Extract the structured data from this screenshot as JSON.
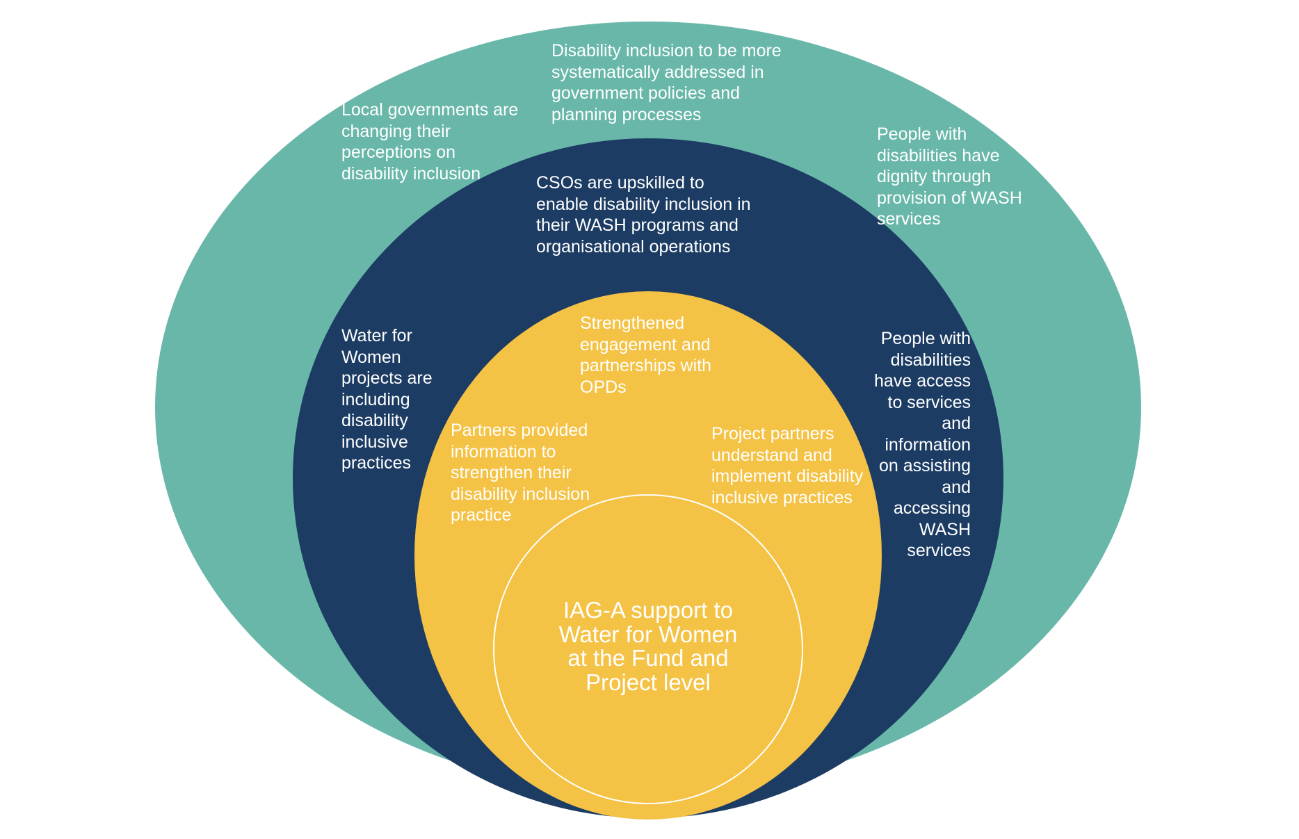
{
  "colors": {
    "outer_ring": "#68b7a9",
    "middle_ring": "#1c3c63",
    "inner_ring": "#f4c244",
    "core_outline": "#ffffff",
    "text": "#ffffff",
    "background": "#ffffff"
  },
  "outer": {
    "labels": [
      {
        "id": "outer-local-governments",
        "lines": [
          "Local governments are",
          "changing their",
          "perceptions on",
          "disability inclusion"
        ]
      },
      {
        "id": "outer-government-policies",
        "lines": [
          "Disability inclusion to be more",
          "systematically addressed in",
          "government policies and",
          "planning processes"
        ]
      },
      {
        "id": "outer-dignity",
        "lines": [
          "People with",
          "disabilities have",
          "dignity through",
          "provision of WASH",
          "services"
        ]
      }
    ]
  },
  "middle": {
    "labels": [
      {
        "id": "middle-csos",
        "lines": [
          "CSOs are upskilled to",
          "enable disability inclusion in",
          "their WASH programs and",
          "organisational operations"
        ]
      },
      {
        "id": "middle-projects",
        "lines": [
          "Water for",
          "Women",
          "projects are",
          "including",
          "disability",
          "inclusive",
          "practices"
        ]
      },
      {
        "id": "middle-access",
        "lines": [
          "People with",
          "disabilities",
          "have access",
          "to services",
          "and",
          "information",
          "on assisting",
          "and",
          "accessing",
          "WASH",
          "services"
        ]
      }
    ]
  },
  "inner": {
    "labels": [
      {
        "id": "inner-opds",
        "lines": [
          "Strengthened",
          "engagement and",
          "partnerships with",
          "OPDs"
        ]
      },
      {
        "id": "inner-partners-info",
        "lines": [
          "Partners provided",
          "information to",
          "strengthen their",
          "disability inclusion",
          "practice"
        ]
      },
      {
        "id": "inner-project-partners",
        "lines": [
          "Project partners",
          "understand and",
          "implement  disability",
          "inclusive practices"
        ]
      }
    ]
  },
  "core": {
    "lines": [
      "IAG-A support to",
      "Water for Women",
      "at the Fund and",
      "Project level"
    ]
  }
}
